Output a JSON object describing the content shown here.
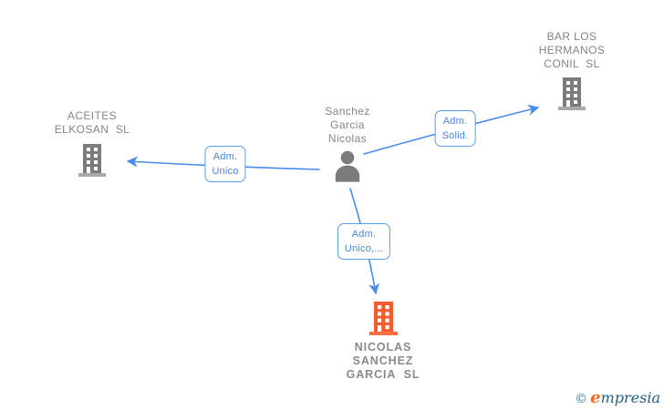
{
  "graph": {
    "nodes": [
      {
        "id": "aceites-elkosan",
        "kind": "company",
        "label": "ACEITES\nELKOSAN  SL"
      },
      {
        "id": "bar-los-hermanos",
        "kind": "company",
        "label": "BAR LOS\nHERMANOS\nCONIL  SL"
      },
      {
        "id": "sanchez-garcia-nicolas",
        "kind": "person",
        "label": "Sanchez\nGarcia\nNicolas"
      },
      {
        "id": "nicolas-sanchez-garcia",
        "kind": "company-highlighted",
        "label": "NICOLAS\nSANCHEZ\nGARCIA  SL"
      }
    ],
    "edges": [
      {
        "from": "sanchez-garcia-nicolas",
        "to": "aceites-elkosan",
        "label": "Adm.\nUnico"
      },
      {
        "from": "sanchez-garcia-nicolas",
        "to": "bar-los-hermanos",
        "label": "Adm.\nSolid."
      },
      {
        "from": "sanchez-garcia-nicolas",
        "to": "nicolas-sanchez-garcia",
        "label": "Adm.\nUnico,..."
      }
    ]
  },
  "colors": {
    "edge_blue": "#4b8bea",
    "badge_border": "#5e9ceb",
    "badge_text": "#4a86e0",
    "company_icon_gray": "#7b7b7b",
    "company_icon_base_gray": "#a9a9a9",
    "highlight_icon_orange": "#f85c2c",
    "label_gray": "#858585"
  },
  "watermark": {
    "copyright": "©",
    "brand_initial": "e",
    "brand_rest": "mpresia"
  }
}
